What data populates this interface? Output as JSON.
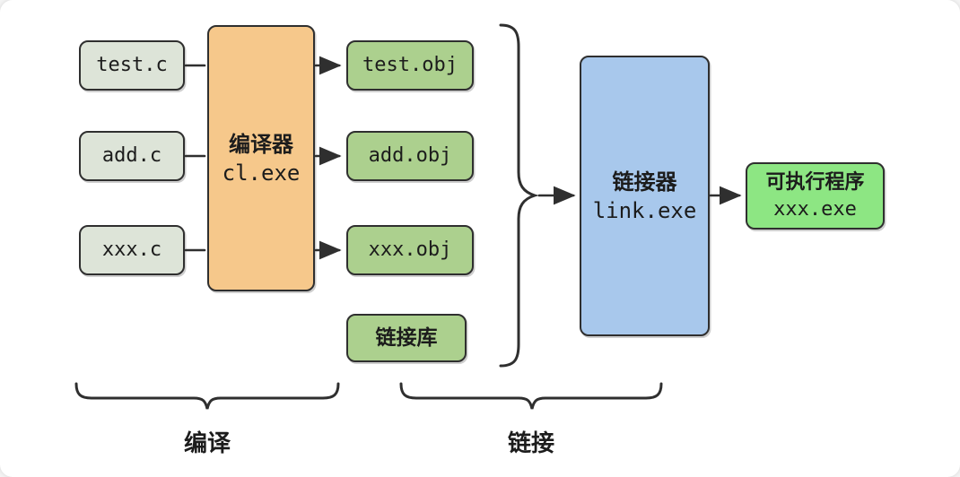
{
  "diagram": {
    "sources": [
      {
        "label": "test.c"
      },
      {
        "label": "add.c"
      },
      {
        "label": "xxx.c"
      }
    ],
    "compiler": {
      "title": "编译器",
      "subtitle": "cl.exe"
    },
    "objects": [
      {
        "label": "test.obj"
      },
      {
        "label": "add.obj"
      },
      {
        "label": "xxx.obj"
      }
    ],
    "library": {
      "label": "链接库"
    },
    "linker": {
      "title": "链接器",
      "subtitle": "link.exe"
    },
    "executable": {
      "title": "可执行程序",
      "subtitle": "xxx.exe"
    },
    "stages": {
      "compile": "编译",
      "link": "链接"
    }
  },
  "colors": {
    "ink": "#2f2f2f",
    "source_fill": "#dde4d8",
    "compiler_fill": "#f6c88b",
    "object_fill": "#acd08e",
    "library_fill": "#acd08e",
    "linker_fill": "#a8c8ec",
    "executable_fill": "#8de683",
    "canvas_bg": "#ffffff"
  }
}
